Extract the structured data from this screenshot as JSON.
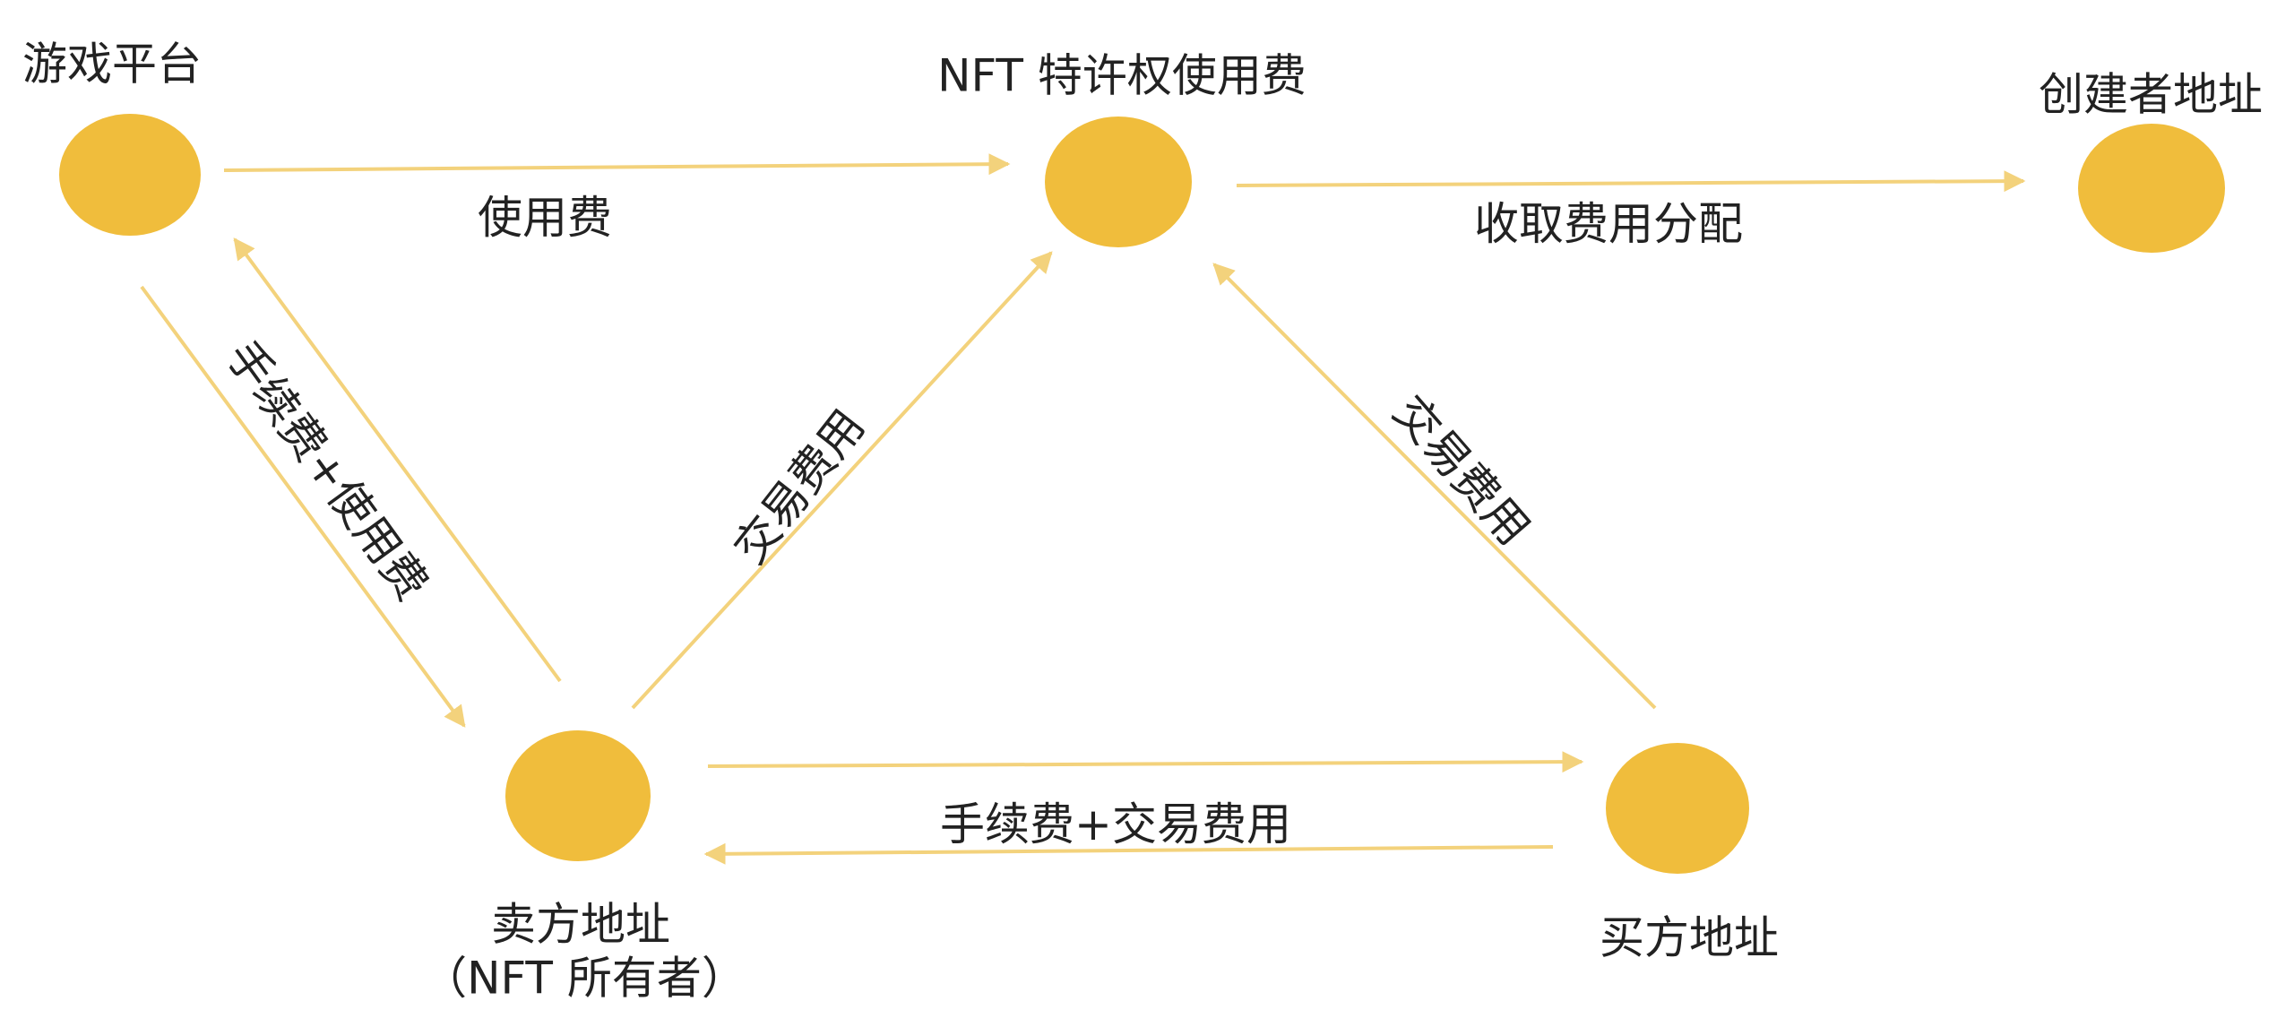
{
  "colors": {
    "node": "#F0BD3C",
    "arrow": "#F3D27C",
    "text": "#222222"
  },
  "nodes": {
    "game_platform": {
      "label": "游戏平台"
    },
    "nft_royalty": {
      "label": "NFT 特许权使用费"
    },
    "creator_address": {
      "label": "创建者地址"
    },
    "seller_address": {
      "label": "卖方地址",
      "sublabel": "（NFT 所有者）"
    },
    "buyer_address": {
      "label": "买方地址"
    }
  },
  "edges": {
    "platform_to_royalty": {
      "label": "使用费"
    },
    "royalty_to_creator": {
      "label": "收取费用分配"
    },
    "platform_seller": {
      "label": "手续费+使用费"
    },
    "seller_to_royalty": {
      "label": "交易费用"
    },
    "buyer_to_royalty": {
      "label": "交易费用"
    },
    "seller_buyer": {
      "label": "手续费+交易费用"
    }
  }
}
